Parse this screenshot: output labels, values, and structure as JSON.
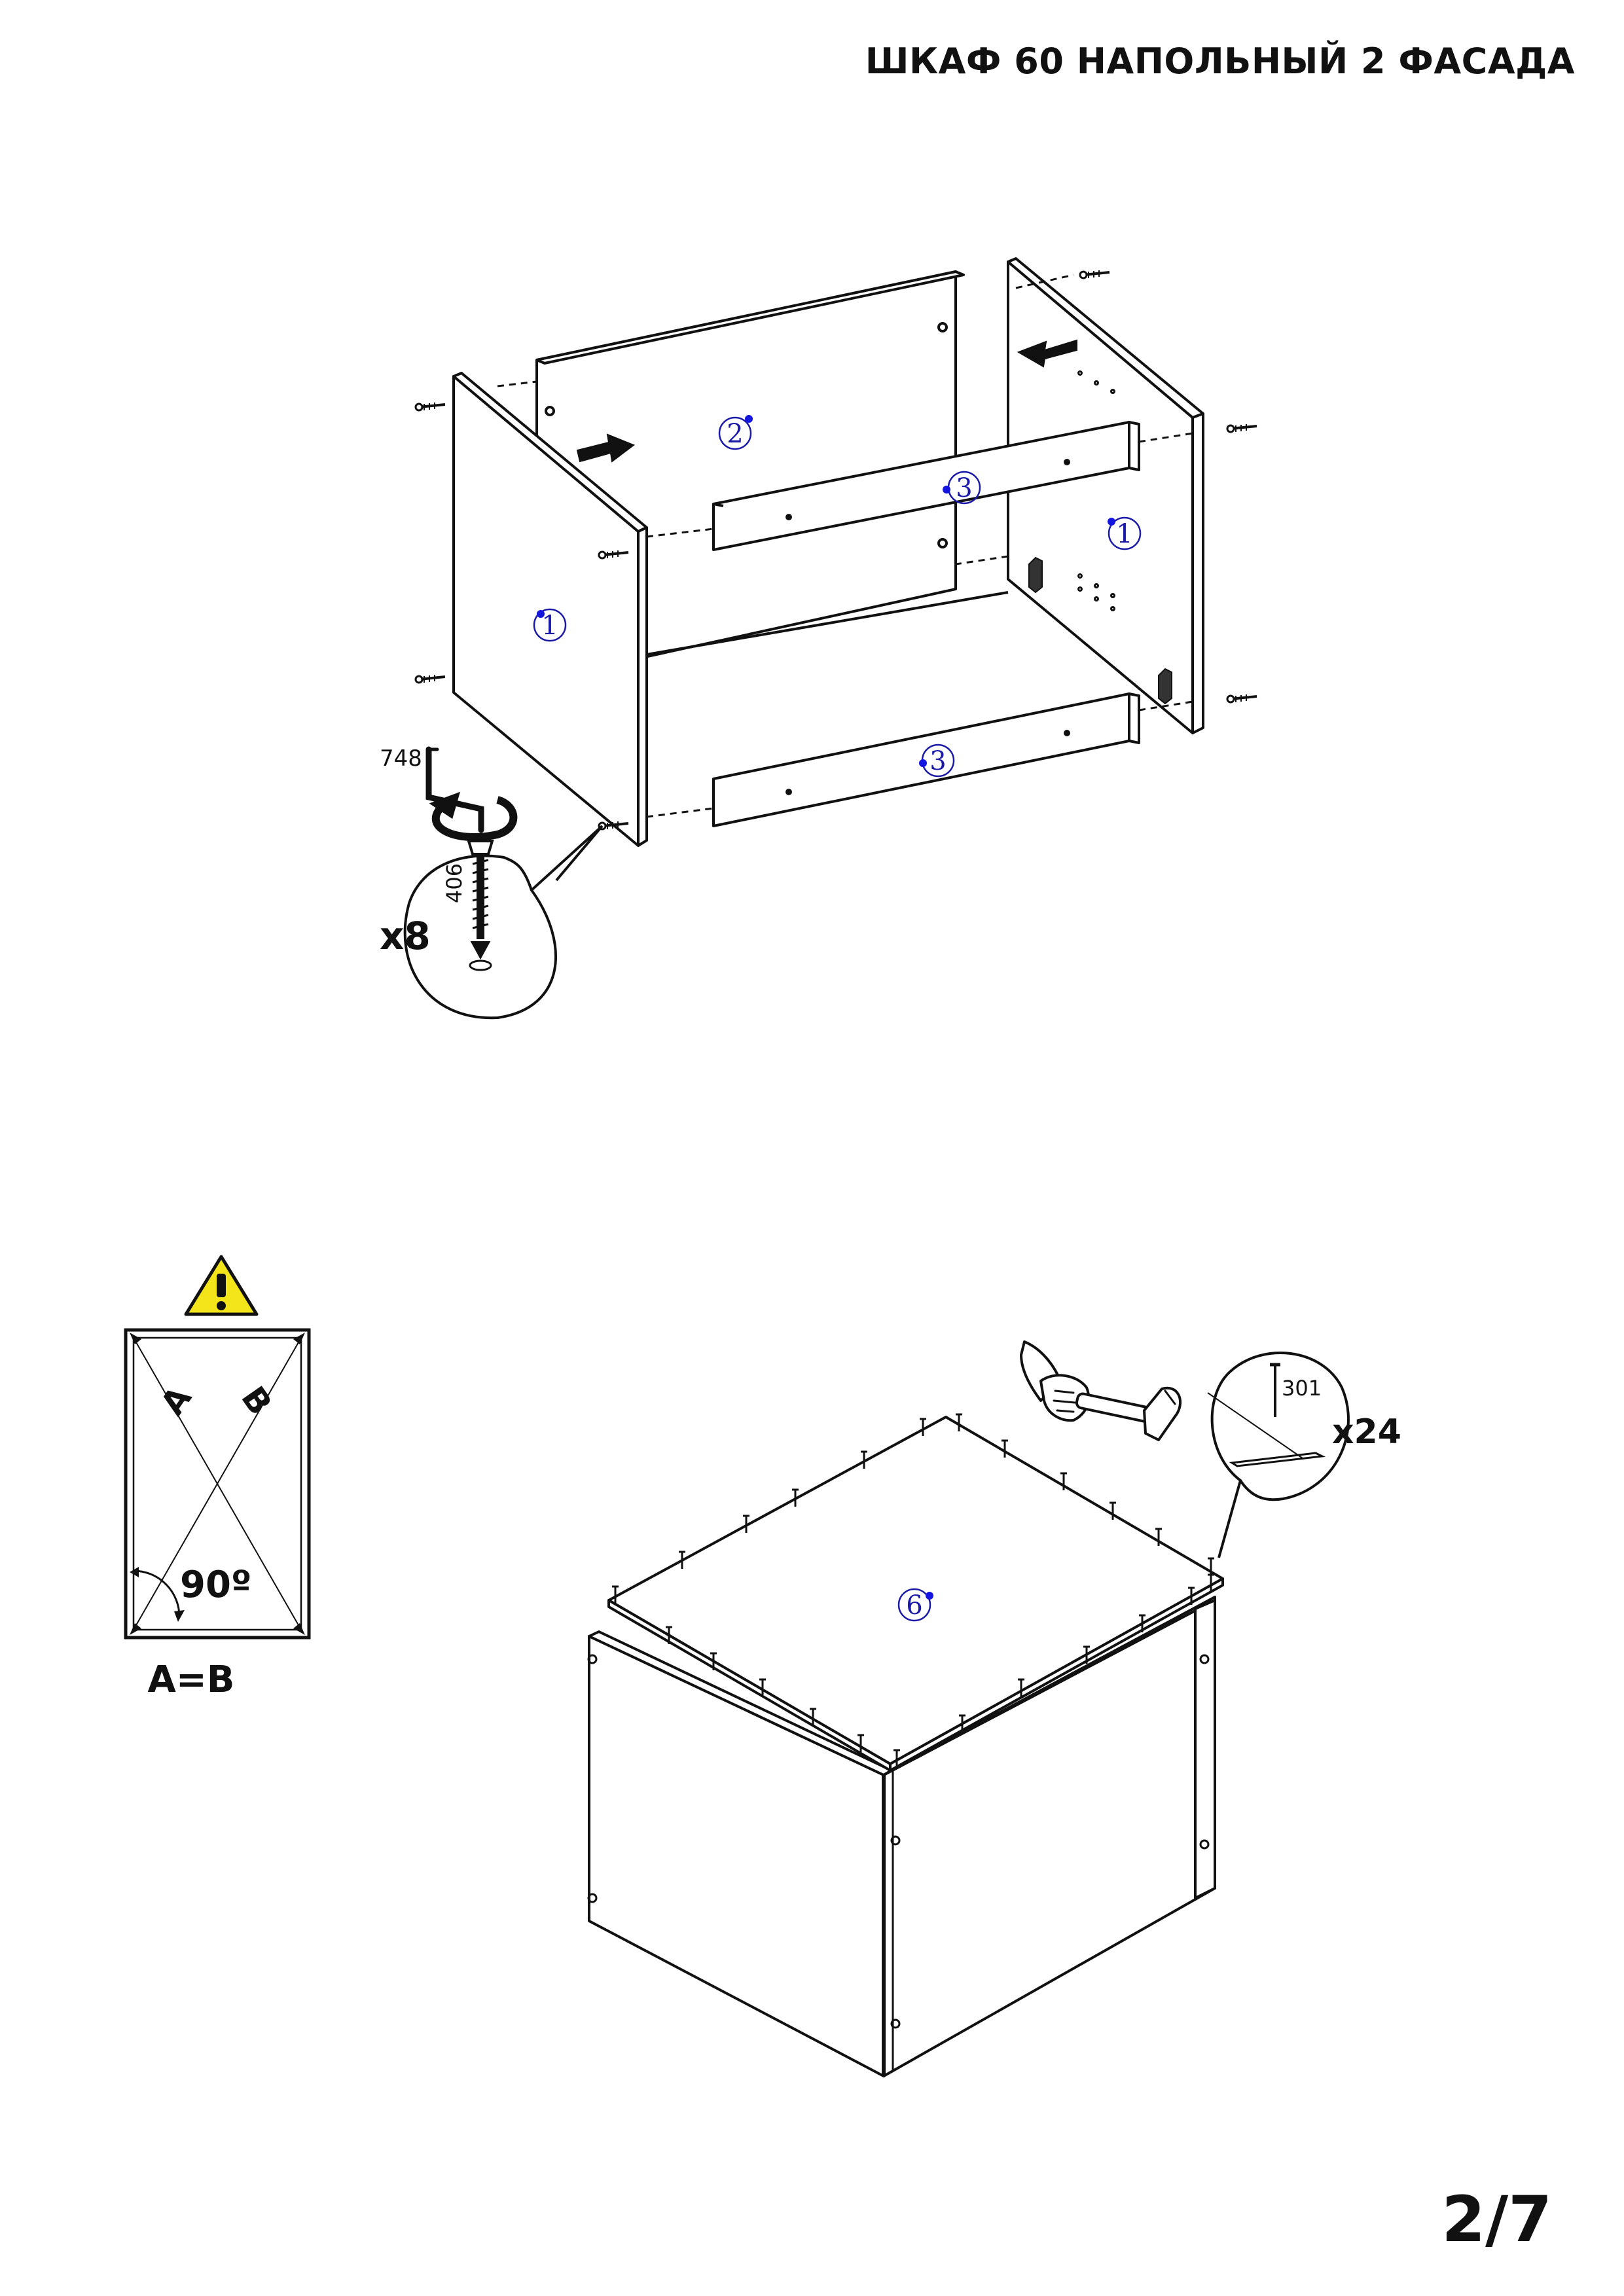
{
  "document": {
    "title": "ШКАФ 60 НАПОЛЬНЫЙ 2 ФАСАДА",
    "page_number": "2/7"
  },
  "step1": {
    "part_labels": [
      "1",
      "2",
      "3",
      "1",
      "3"
    ],
    "tool_code": "748",
    "screw_code": "406",
    "screw_quantity": "x8"
  },
  "step2": {
    "warning_icon": "warning-triangle-icon",
    "diag_a": "A",
    "diag_b": "B",
    "angle": "90º",
    "equality": "A=B",
    "back_panel_label": "6",
    "nail_code": "301",
    "nail_quantity": "x24",
    "tool_icon": "hammer-icon"
  },
  "colors": {
    "ink": "#111111",
    "label_blue": "#1a1aa6",
    "dot_blue": "#1515e0",
    "warning_yellow": "#f4e51a"
  }
}
